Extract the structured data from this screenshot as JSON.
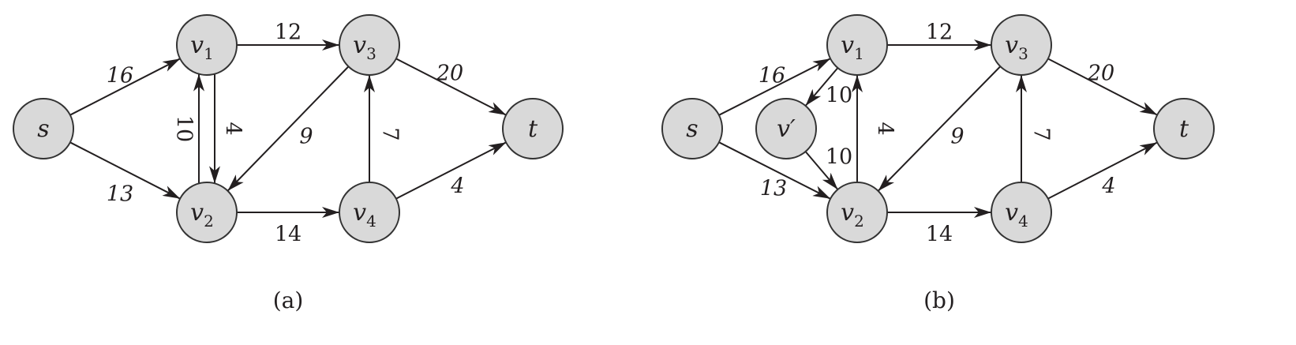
{
  "panels": [
    {
      "id": "a",
      "caption": "(a)",
      "nodes": [
        {
          "id": "s",
          "base": "s"
        },
        {
          "id": "v1",
          "base": "v",
          "sub": "1"
        },
        {
          "id": "v2",
          "base": "v",
          "sub": "2"
        },
        {
          "id": "v3",
          "base": "v",
          "sub": "3"
        },
        {
          "id": "v4",
          "base": "v",
          "sub": "4"
        },
        {
          "id": "t",
          "base": "t"
        }
      ],
      "edges": [
        {
          "from": "s",
          "to": "v1",
          "capacity": "16"
        },
        {
          "from": "s",
          "to": "v2",
          "capacity": "13"
        },
        {
          "from": "v1",
          "to": "v2",
          "capacity": "10"
        },
        {
          "from": "v2",
          "to": "v1",
          "capacity": "4"
        },
        {
          "from": "v1",
          "to": "v3",
          "capacity": "12"
        },
        {
          "from": "v3",
          "to": "v2",
          "capacity": "9"
        },
        {
          "from": "v2",
          "to": "v4",
          "capacity": "14"
        },
        {
          "from": "v4",
          "to": "v3",
          "capacity": "7"
        },
        {
          "from": "v3",
          "to": "t",
          "capacity": "20"
        },
        {
          "from": "v4",
          "to": "t",
          "capacity": "4"
        }
      ]
    },
    {
      "id": "b",
      "caption": "(b)",
      "nodes": [
        {
          "id": "s",
          "base": "s"
        },
        {
          "id": "v1",
          "base": "v",
          "sub": "1"
        },
        {
          "id": "vp",
          "base": "v′"
        },
        {
          "id": "v2",
          "base": "v",
          "sub": "2"
        },
        {
          "id": "v3",
          "base": "v",
          "sub": "3"
        },
        {
          "id": "v4",
          "base": "v",
          "sub": "4"
        },
        {
          "id": "t",
          "base": "t"
        }
      ],
      "edges": [
        {
          "from": "s",
          "to": "v1",
          "capacity": "16"
        },
        {
          "from": "s",
          "to": "v2",
          "capacity": "13"
        },
        {
          "from": "v1",
          "to": "vp",
          "capacity": "10"
        },
        {
          "from": "vp",
          "to": "v2",
          "capacity": "10"
        },
        {
          "from": "v2",
          "to": "v1",
          "capacity": "4"
        },
        {
          "from": "v1",
          "to": "v3",
          "capacity": "12"
        },
        {
          "from": "v3",
          "to": "v2",
          "capacity": "9"
        },
        {
          "from": "v2",
          "to": "v4",
          "capacity": "14"
        },
        {
          "from": "v4",
          "to": "v3",
          "capacity": "7"
        },
        {
          "from": "v3",
          "to": "t",
          "capacity": "20"
        },
        {
          "from": "v4",
          "to": "t",
          "capacity": "4"
        }
      ]
    }
  ]
}
